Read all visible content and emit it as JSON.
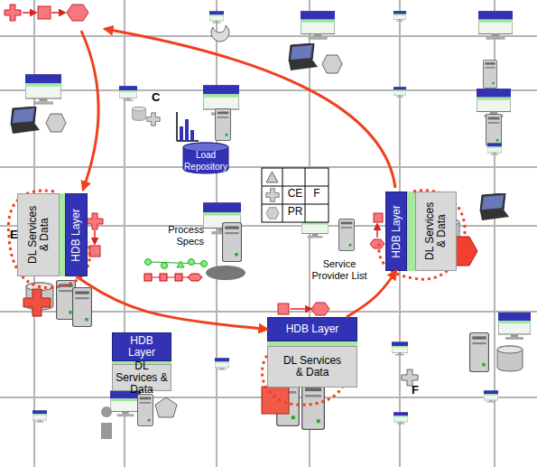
{
  "diagram": {
    "nodes": [
      {
        "text": [
          "Load Repository"
        ]
      },
      {
        "text": [
          "HDB Layer"
        ]
      },
      {
        "text": [
          "DL Services & Data"
        ]
      },
      {
        "text": [
          "HDB Layer"
        ]
      },
      {
        "text": [
          "DL Services & Data"
        ]
      },
      {
        "text": [
          "HDB Layer"
        ]
      },
      {
        "text": [
          "DL Services & Data"
        ]
      },
      {
        "text": [
          "HDB Layer"
        ]
      },
      {
        "text": [
          "DL Services & Data"
        ]
      }
    ],
    "edges": [
      {
        "from": 1,
        "to": 5,
        "arrow": "to"
      },
      {
        "from": 5,
        "to": 7,
        "arrow": "to"
      }
    ],
    "labels": [
      "C",
      "Process Specs",
      "CE",
      "F",
      "PR",
      "Service Provider List",
      "E",
      "F"
    ]
  }
}
